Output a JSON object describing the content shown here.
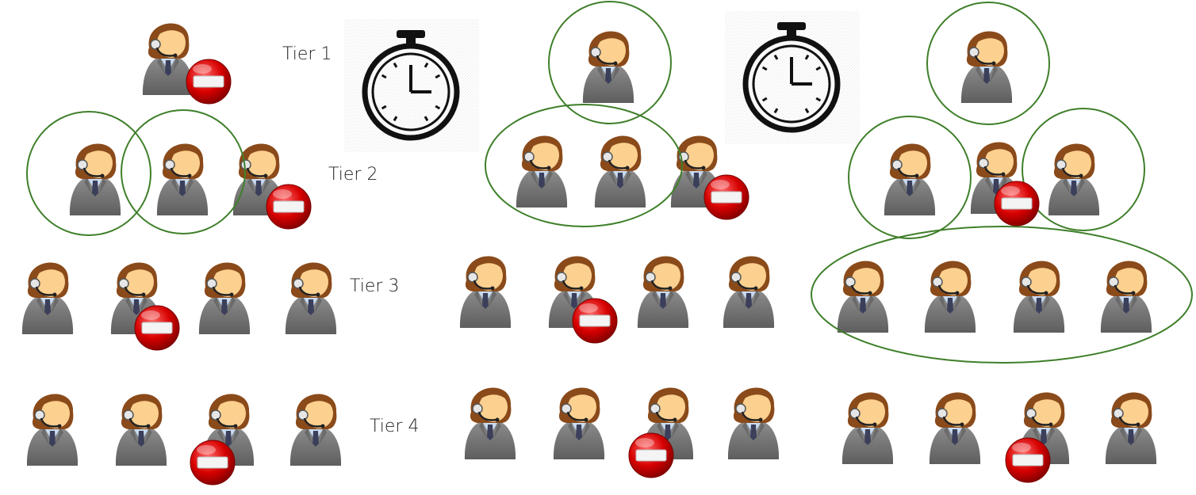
{
  "tiers": [
    {
      "label": "Tier 1"
    },
    {
      "label": "Tier 2"
    },
    {
      "label": "Tier 3"
    },
    {
      "label": "Tier 4"
    }
  ],
  "colors": {
    "hair": "#8a4a1a",
    "skin": "#fcd08f",
    "suit": "#7a7a7a",
    "shirt": "#c9dcf2",
    "busy_badge": "#cc0000",
    "group_ring": "#3f7f2a",
    "timer": "#111111"
  },
  "icons": {
    "agent": "agent-headset-icon",
    "busy": "do-not-enter-icon",
    "timer": "stopwatch-icon"
  }
}
